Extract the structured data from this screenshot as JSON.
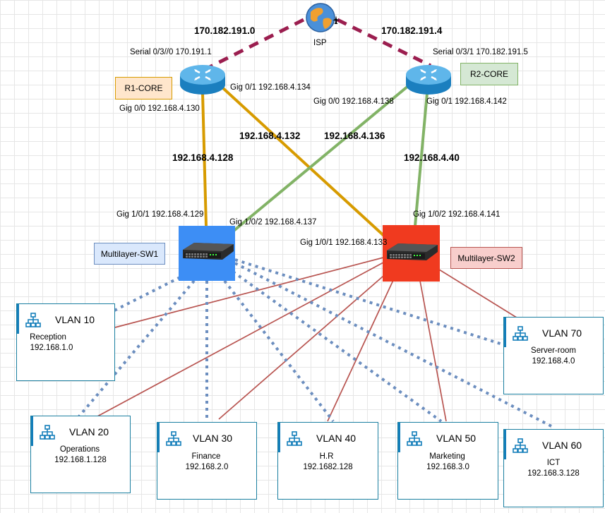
{
  "isp": {
    "label": "ISP",
    "link_left": "170.182.191.0",
    "link_right": "170.182.191.4"
  },
  "r1": {
    "name": "R1-CORE",
    "serial": "Serial 0/3//0 170.191.1",
    "gig00": "Gig 0/0 192.168.4.130",
    "gig01": "Gig 0/1 192.168.4.134"
  },
  "r2": {
    "name": "R2-CORE",
    "serial": "Serial 0/3/1 170.182.191.5",
    "gig00": "Gig 0/0 192.168.4.138",
    "gig01": "Gig 0/1 192.168.4.142"
  },
  "links": {
    "r1_sw1": "192.168.4.128",
    "r1_sw2": "192.168.4.132",
    "r2_sw1": "192.168.4.136",
    "r2_sw2": "192.168.4.40"
  },
  "sw1": {
    "name": "Multilayer-SW1",
    "gig101": "Gig 1/0/1 192.168.4.129",
    "gig102": "Gig 1/0/2 192.168.4.137"
  },
  "sw2": {
    "name": "Multilayer-SW2",
    "gig101": "Gig 1/0/1 192.168.4.133",
    "gig102": "Gig 1/0/2 192.168.4.141"
  },
  "vlans": [
    {
      "name": "VLAN 10",
      "dept": "Reception",
      "net": "192.168.1.0"
    },
    {
      "name": "VLAN 20",
      "dept": "Operations",
      "net": "192.168.1.128"
    },
    {
      "name": "VLAN 30",
      "dept": "Finance",
      "net": "192.168.2.0"
    },
    {
      "name": "VLAN 40",
      "dept": "H.R",
      "net": "192.1682.128"
    },
    {
      "name": "VLAN 50",
      "dept": "Marketing",
      "net": "192.168.3.0"
    },
    {
      "name": "VLAN 60",
      "dept": "ICT",
      "net": "192.168.3.128"
    },
    {
      "name": "VLAN 70",
      "dept": "Server-room",
      "net": "192.168.4.0"
    }
  ],
  "colors": {
    "isp_link": "#9b1e4f",
    "router_sw_orange": "#d79b00",
    "router_sw_green": "#82b366",
    "sw2_vlan": "#b85450",
    "sw1_vlan": "#6c8ebf",
    "vlan_border": "#1a7fa0",
    "vlan_accent": "#147eba",
    "sw1_fill": "#3d8ef5",
    "sw2_fill": "#f03a1f",
    "r1_tag_fill": "#ffe6cc",
    "r1_tag_border": "#d79b00",
    "r2_tag_fill": "#d5e8d4",
    "r2_tag_border": "#82b366",
    "sw1_tag_fill": "#dae8fc",
    "sw1_tag_border": "#6c8ebf",
    "sw2_tag_fill": "#f8cecc",
    "sw2_tag_border": "#b85450"
  },
  "icons": {
    "isp": "globe-icon",
    "router": "router-icon",
    "switch": "switch-icon",
    "vlan": "network-icon"
  }
}
